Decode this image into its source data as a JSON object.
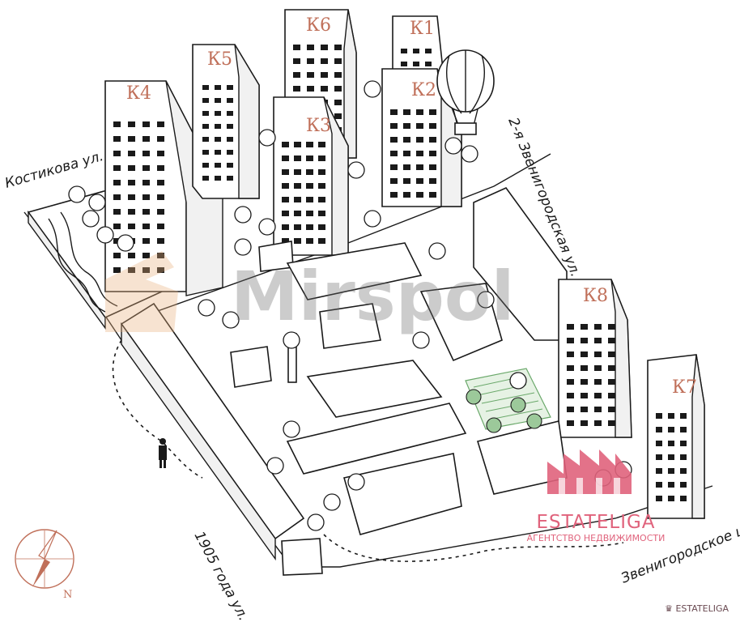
{
  "map": {
    "streets": {
      "kostikova": "Костикова ул.",
      "zvenigorodskaya_2": "2-я Звенигородская ул.",
      "goda_1905": "1905 года ул.",
      "zvenigorodskoe_sh": "Звенигородское ш."
    },
    "buildings": [
      {
        "id": "k1",
        "label": "К1"
      },
      {
        "id": "k2",
        "label": "К2"
      },
      {
        "id": "k3",
        "label": "К3"
      },
      {
        "id": "k4",
        "label": "К4"
      },
      {
        "id": "k5",
        "label": "К5"
      },
      {
        "id": "k6",
        "label": "К6"
      },
      {
        "id": "k7",
        "label": "К7"
      },
      {
        "id": "k8",
        "label": "К8"
      }
    ],
    "compass_label": "N",
    "watermark": "Mirspol"
  },
  "agency": {
    "name": "ESTATELIGA",
    "subtitle": "АГЕНТСТВО НЕДВИЖИМОСТИ",
    "footer_logo": "ESTATELIGA"
  },
  "colors": {
    "label": "#c0705a",
    "agency": "#e0637c",
    "park": "#9cc99a",
    "line": "#1a1a1a"
  },
  "icons": [
    "hot-air-balloon-icon",
    "compass-icon",
    "person-icon",
    "tree-icon"
  ]
}
